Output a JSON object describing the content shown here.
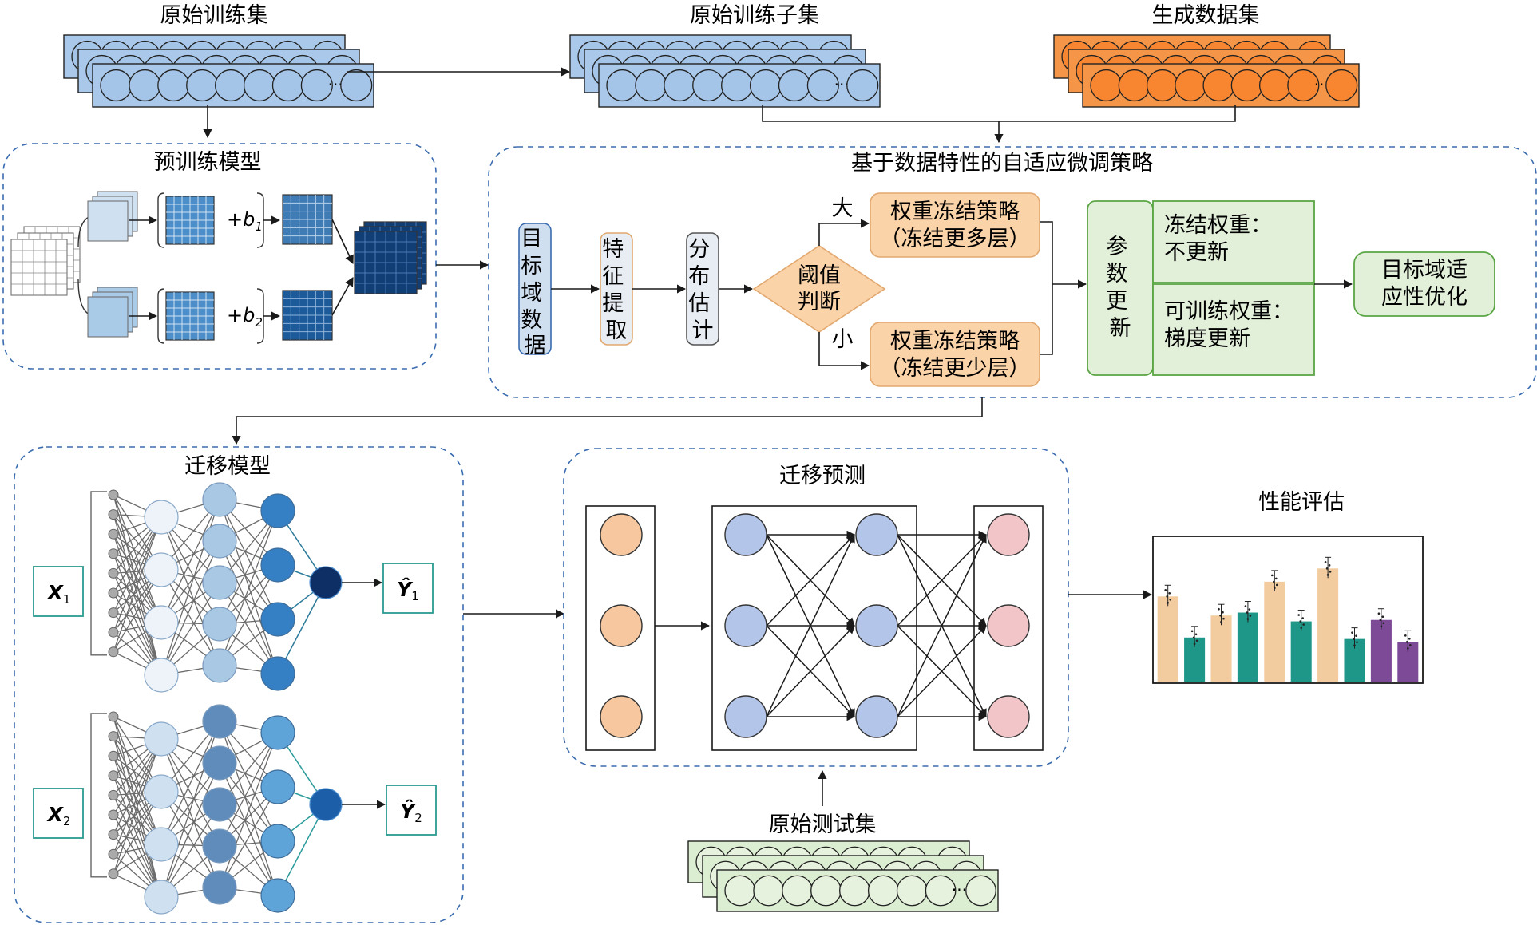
{
  "datasets": {
    "original_train": "原始训练集",
    "original_train_subset": "原始训练子集",
    "generated": "生成数据集",
    "original_test": "原始测试集",
    "ellipsis": "···"
  },
  "pretrain": {
    "title": "预训练模型",
    "bias1_base": "+b",
    "bias1_sub": "1",
    "bias2_base": "+b",
    "bias2_sub": "2"
  },
  "adaptive": {
    "title": "基于数据特性的自适应微调策略",
    "target_data": [
      "目",
      "标",
      "域",
      "数",
      "据"
    ],
    "feature_extract": [
      "特",
      "征",
      "提",
      "取"
    ],
    "distribution_est": [
      "分",
      "布",
      "估",
      "计"
    ],
    "threshold": [
      "阈值",
      "判断"
    ],
    "large": "大",
    "small": "小",
    "freeze_more": [
      "权重冻结策略",
      "（冻结更多层）"
    ],
    "freeze_less": [
      "权重冻结策略",
      "（冻结更少层）"
    ],
    "param_update": [
      "参",
      "数",
      "更",
      "新"
    ],
    "frozen_weights": [
      "冻结权重：",
      "不更新"
    ],
    "trainable_weights": [
      "可训练权重：",
      "梯度更新"
    ],
    "optimization": [
      "目标域适",
      "应性优化"
    ]
  },
  "transfer_model": {
    "title": "迁移模型",
    "x1": "X",
    "x1_sub": "1",
    "x2": "X",
    "x2_sub": "2",
    "y1": "Ŷ",
    "y1_sub": "1",
    "y2": "Ŷ",
    "y2_sub": "2"
  },
  "prediction": {
    "title": "迁移预测"
  },
  "evaluation": {
    "title": "性能评估",
    "chart_data": {
      "type": "bar",
      "values": [
        0.58,
        0.3,
        0.45,
        0.47,
        0.68,
        0.41,
        0.77,
        0.29,
        0.42,
        0.27
      ],
      "colors": [
        "#f2cc9f",
        "#1e9788",
        "#f2cc9f",
        "#1e9788",
        "#f2cc9f",
        "#1e9788",
        "#f2cc9f",
        "#1e9788",
        "#7d4a97",
        "#7d4a97"
      ],
      "ylim": [
        0,
        1
      ]
    }
  },
  "colors": {
    "blue_dataset": "#a9c8ea",
    "blue_circle": "#a4c4e8",
    "orange_dataset": "#f59547",
    "green_dataset": "#dceed2",
    "dashed_border": "#3b6cb0",
    "orange_box": "#fbd3a8",
    "green_box": "#e2f0da",
    "green_border": "#5aa544"
  }
}
